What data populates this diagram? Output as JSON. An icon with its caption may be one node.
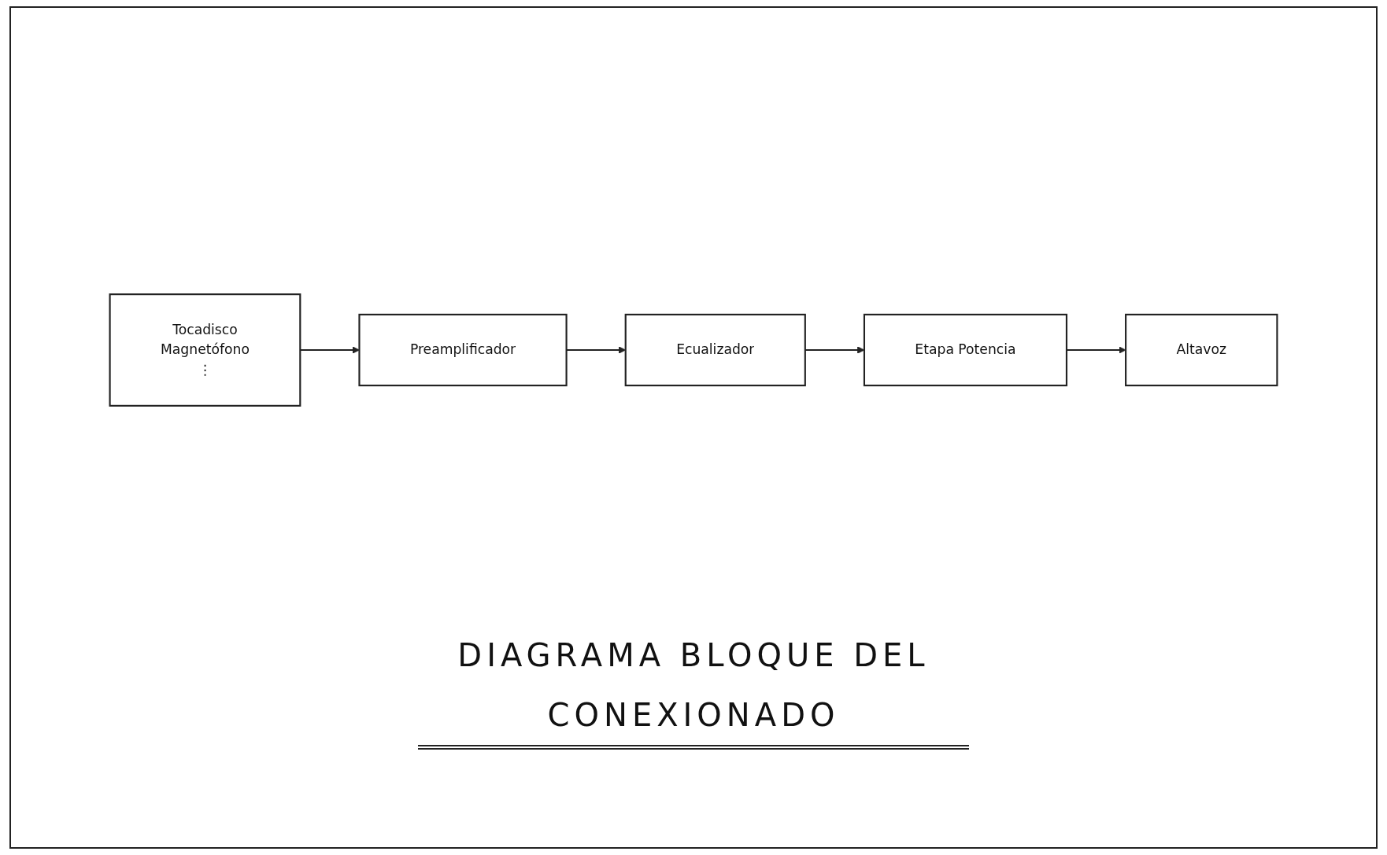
{
  "diagram": {
    "title": "DIAGRAMA BLOQUE DEL CONEXIONADO",
    "nodes": [
      {
        "text": [
          "Tocadisco",
          "Magnetófono",
          "⋮"
        ]
      },
      {
        "text": [
          "Preamplificador"
        ]
      },
      {
        "text": [
          "Ecualizador"
        ]
      },
      {
        "text": [
          "Etapa Potencia"
        ]
      },
      {
        "text": [
          "Altavoz"
        ]
      }
    ],
    "edges": [
      {
        "from": 0,
        "to": 1,
        "arrow": "to"
      },
      {
        "from": 1,
        "to": 2,
        "arrow": "to"
      },
      {
        "from": 2,
        "to": 3,
        "arrow": "to"
      },
      {
        "from": 3,
        "to": 4,
        "arrow": "to"
      }
    ]
  }
}
